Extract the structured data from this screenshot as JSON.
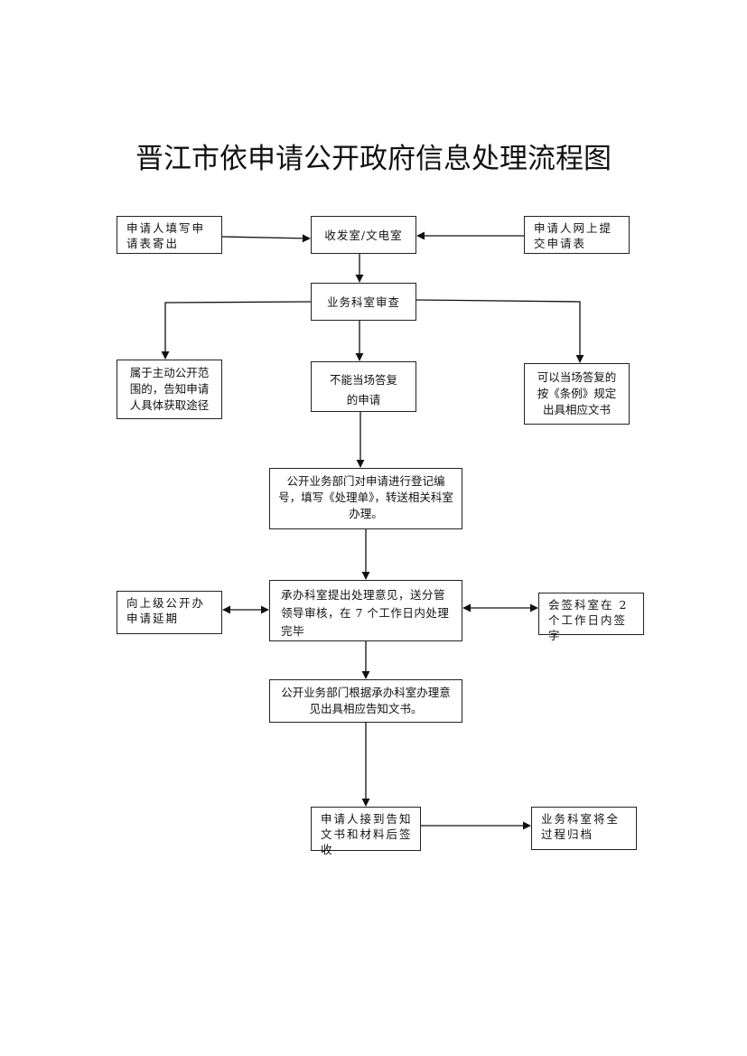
{
  "title": "晋江市依申请公开政府信息处理流程图",
  "nodes": {
    "mail_in": "申请人填写申请表寄出",
    "reception": "收发室/文电室",
    "online_submit": "申请人网上提交申请表",
    "dept_review": "业务科室审查",
    "proactive_scope": "属于主动公开范围的，告知申请人具体获取途径",
    "not_immediate": "不能当场答复的申请",
    "immediate_reply": "可以当场答复的按《条例》规定出具相应文书",
    "register": "公开业务部门对申请进行登记编号，填写《处理单》，转送相关科室办理。",
    "handling": "承办科室提出处理意见，送分管领导审核，在 7 个工作日内处理完毕",
    "extension": "向上级公开办申请延期",
    "countersign": "会签科室在 2 个工作日内签字",
    "notice_issue": "公开业务部门根据承办科室办理意见出具相应告知文书。",
    "receipt": "申请人接到告知文书和材料后签收",
    "archive": "业务科室将全过程归档"
  },
  "edges": [
    {
      "from": "mail_in",
      "to": "reception",
      "type": "arrow"
    },
    {
      "from": "online_submit",
      "to": "reception",
      "type": "arrow"
    },
    {
      "from": "reception",
      "to": "dept_review",
      "type": "arrow"
    },
    {
      "from": "dept_review",
      "to": "proactive_scope",
      "type": "arrow"
    },
    {
      "from": "dept_review",
      "to": "not_immediate",
      "type": "arrow"
    },
    {
      "from": "dept_review",
      "to": "immediate_reply",
      "type": "arrow"
    },
    {
      "from": "not_immediate",
      "to": "register",
      "type": "arrow"
    },
    {
      "from": "register",
      "to": "handling",
      "type": "arrow"
    },
    {
      "from": "handling",
      "to": "extension",
      "type": "bidirectional"
    },
    {
      "from": "handling",
      "to": "countersign",
      "type": "bidirectional"
    },
    {
      "from": "handling",
      "to": "notice_issue",
      "type": "arrow"
    },
    {
      "from": "notice_issue",
      "to": "receipt",
      "type": "arrow"
    },
    {
      "from": "receipt",
      "to": "archive",
      "type": "arrow"
    }
  ]
}
